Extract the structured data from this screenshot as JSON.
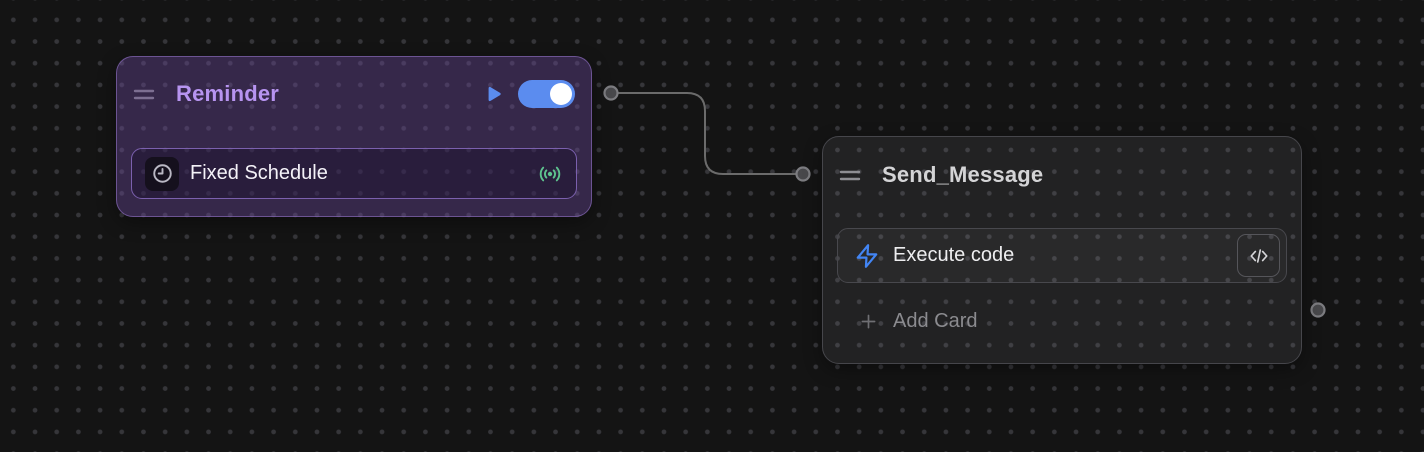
{
  "canvas": {
    "background_color": "#141414",
    "dot_color": "#36363a",
    "edge_color": "#6b6b6b"
  },
  "nodes": {
    "reminder": {
      "title": "Reminder",
      "title_color": "#b794f0",
      "enabled_toggle": "on",
      "toggle_color": "#5b8cef",
      "play_color": "#5b8cef",
      "cards": [
        {
          "label": "Fixed Schedule",
          "leading_icon": "clock",
          "trailing_icon": "broadcast-signal",
          "trailing_icon_color": "#5ec28f"
        }
      ]
    },
    "send_message": {
      "title": "Send_Message",
      "title_color": "#d4d4d6",
      "cards": [
        {
          "label": "Execute code",
          "leading_icon": "lightning-bolt",
          "leading_icon_color": "#4285f4",
          "trailing_icon": "code-brackets"
        }
      ],
      "add_card_label": "Add Card"
    }
  }
}
